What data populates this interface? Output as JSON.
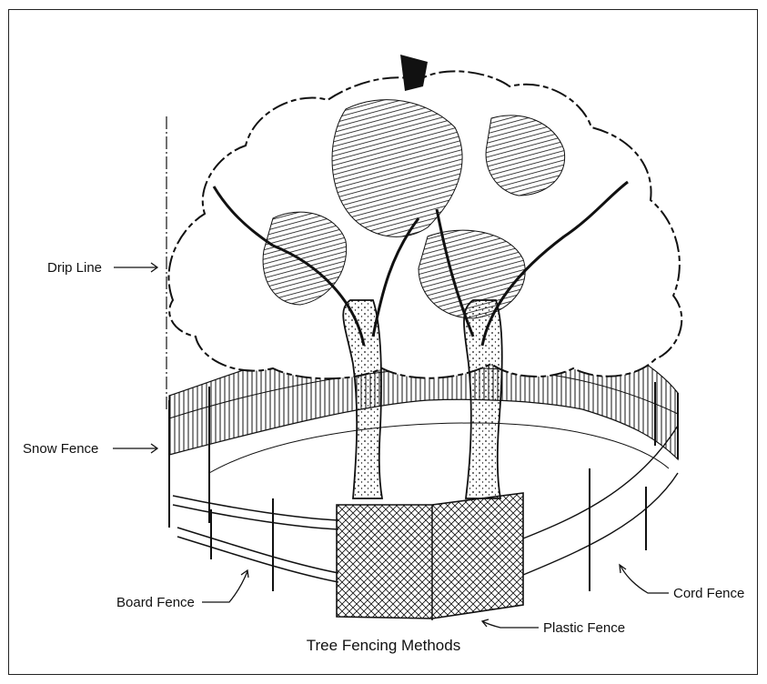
{
  "labels": {
    "drip_line": "Drip Line",
    "snow_fence": "Snow Fence",
    "board_fence": "Board Fence",
    "cord_fence": "Cord Fence",
    "plastic_fence": "Plastic Fence"
  },
  "caption": "Tree Fencing Methods",
  "colors": {
    "ink": "#111111",
    "background": "#ffffff"
  }
}
